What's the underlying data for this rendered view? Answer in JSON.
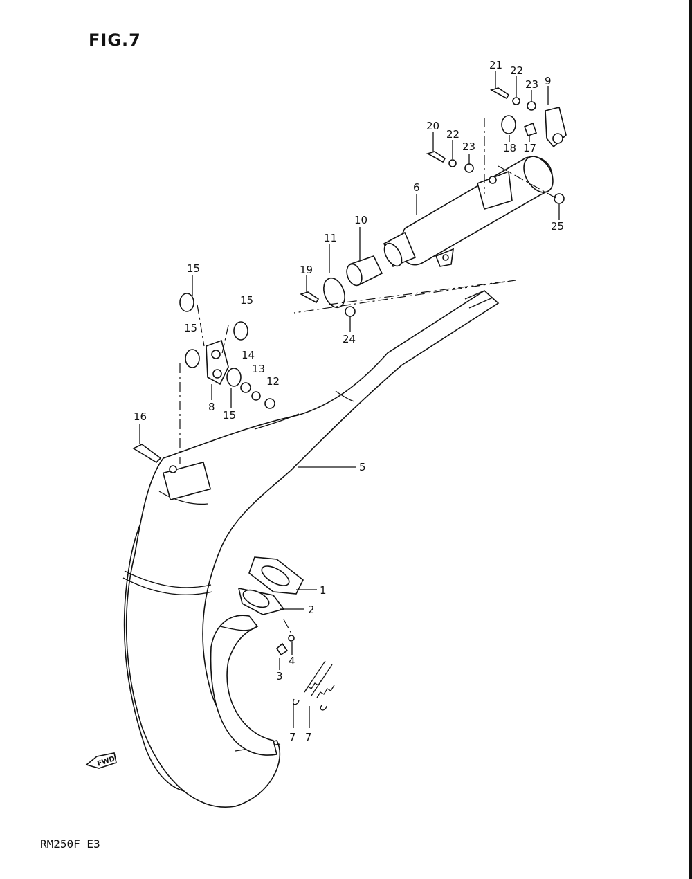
{
  "figure": {
    "title": "FIG.7",
    "model_code": "RM250F  E3",
    "forward_marker": "FWD"
  },
  "callouts": {
    "c1": "1",
    "c2": "2",
    "c3": "3",
    "c4": "4",
    "c5": "5",
    "c6": "6",
    "c7a": "7",
    "c7b": "7",
    "c8": "8",
    "c9": "9",
    "c10": "10",
    "c11": "11",
    "c12": "12",
    "c13": "13",
    "c14": "14",
    "c15a": "15",
    "c15b": "15",
    "c15c": "15",
    "c15d": "15",
    "c16": "16",
    "c17": "17",
    "c18": "18",
    "c19": "19",
    "c20": "20",
    "c21": "21",
    "c22a": "22",
    "c22b": "22",
    "c23a": "23",
    "c23b": "23",
    "c24": "24",
    "c25": "25"
  }
}
